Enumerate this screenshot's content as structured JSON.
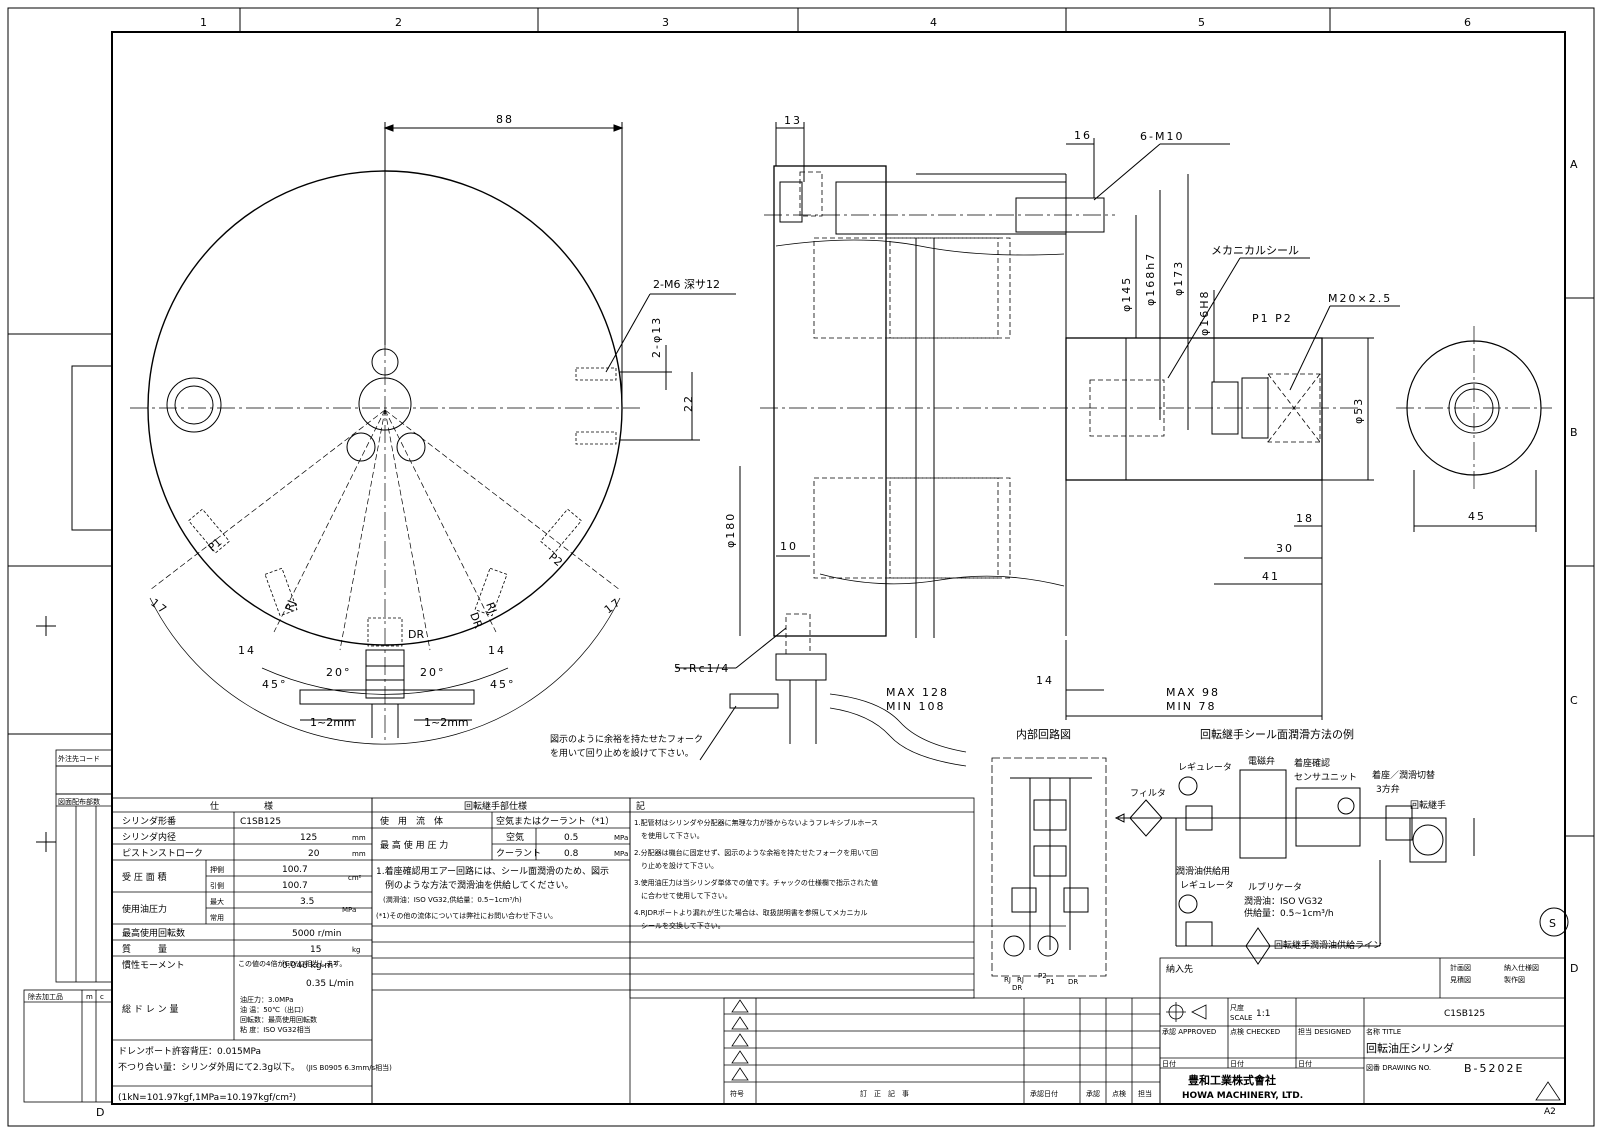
{
  "grid": {
    "cols": [
      "1",
      "2",
      "3",
      "4",
      "5",
      "6"
    ],
    "rows": [
      "A",
      "B",
      "C",
      "D"
    ]
  },
  "front_view": {
    "dim_88": "88",
    "callout_tap": "2-M6 深サ12",
    "dim_phi13": "2-φ13",
    "dim_22": "22",
    "port_P1": "P1",
    "port_P2": "P2",
    "port_RJ_left": "RJ",
    "port_RJ_right": "RJ",
    "port_DR_right": "DR",
    "port_DR": "DR",
    "dim_17_left": "17",
    "dim_17_right": "17",
    "dim_14_left": "14",
    "dim_14_right": "14",
    "ang_45_left": "45°",
    "ang_20_left": "20°",
    "ang_20_right": "20°",
    "ang_45_right": "45°",
    "gap_left": "1~2mm",
    "gap_right": "1~2mm"
  },
  "side_view": {
    "dim_13": "13",
    "dim_16": "16",
    "callout_m10": "6-M10",
    "callout_seal": "メカニカルシール",
    "dia_145": "φ145",
    "dia_168": "φ168h7",
    "dia_173": "φ173",
    "dia_16H8": "φ16H8",
    "dia_180": "φ180",
    "dia_53": "φ53",
    "port_label": "P1  P2",
    "thread": "M20×2.5",
    "dim_10": "10",
    "callout_rc": "5-Rc1/4",
    "dim_14": "14",
    "dim_18": "18",
    "dim_30": "30",
    "dim_41": "41",
    "dim_45": "45",
    "max_left": "MAX 128",
    "min_left": "MIN 108",
    "max_right": "MAX 98",
    "min_right": "MIN 78",
    "fork_note_1": "図示のように余裕を持たせたフォーク",
    "fork_note_2": "を用いて回り止めを設けて下さい。"
  },
  "circuit": {
    "title": "内部回路図",
    "ports": [
      "RJ",
      "RJ",
      "DR",
      "P2",
      "P1",
      "DR"
    ],
    "lube_title": "回転継手シール面潤滑方法の例",
    "filter": "フィルタ",
    "regulator": "レギュレータ",
    "solenoid": "電磁弁",
    "seat_sensor_1": "着座確認",
    "seat_sensor_2": "センサユニット",
    "switch_1": "着座／潤滑切替",
    "switch_2": "3方弁",
    "rotary_joint": "回転継手",
    "lube_supply_1": "潤滑油供給用",
    "lube_supply_2": "レギュレータ",
    "lubricator": "ルブリケータ",
    "lube_oil": "潤滑油：ISO VG32",
    "lube_rate": "供給量：0.5~1cm³/h",
    "line_label": "回転継手潤滑油供給ライン",
    "rev_mark": "S"
  },
  "spec": {
    "title": "仕　　　　　様",
    "model_label": "シリンダ形番",
    "model_value": "C1SB125",
    "bore_label": "シリンダ内径",
    "bore_value": "125",
    "bore_unit": "mm",
    "stroke_label": "ピストンストローク",
    "stroke_value": "20",
    "stroke_unit": "mm",
    "area_label": "受 圧 面 積",
    "push": "押側",
    "pull": "引側",
    "push_value": "100.7",
    "pull_value": "100.7",
    "area_unit": "cm²",
    "press_label": "使用油圧力",
    "max": "最大",
    "normal": "常用",
    "press_value": "3.5",
    "press_unit": "MPa",
    "speed_label": "最高使用回転数",
    "speed_value": "5000 r/min",
    "mass_label": "質　　　量",
    "mass_value": "15",
    "mass_unit": "kg",
    "inertia_label": "慣性モーメント",
    "inertia_note": "この値の4倍がGD²に相当します。",
    "inertia_value": "0.046 kg·m²",
    "drain_label": "総 ド レ ン 量",
    "drain_value": "0.35 L/min",
    "drain_cond": [
      "油圧力：3.0MPa",
      "油 温：50℃（出口）",
      "回転数：最高使用回転数",
      "粘 度：ISO VG32相当"
    ],
    "backpress": "ドレンポート許容背圧：0.015MPa",
    "unbalance": "不つり合い量：シリンダ外周にて2.3g以下。",
    "unbalance_std": "(JIS B0905 6.3mm/s相当)",
    "conversion": "(1kN=101.97kgf,1MPa=10.197kgf/cm²)"
  },
  "joint_spec": {
    "title": "回転継手部仕様",
    "fluid_label": "使　用　流　体",
    "fluid_value": "空気またはクーラント（*1）",
    "press_label": "最 高 使 用 圧 力",
    "air": "空気",
    "air_value": "0.5",
    "coolant": "クーラント",
    "coolant_value": "0.8",
    "unit": "MPa",
    "notes": [
      "1.着座確認用エアー回路には、シール面潤滑のため、図示",
      "　例のような方法で潤滑油を供給してください。",
      "　(潤滑油：ISO VG32,供給量：0.5~1cm³/h)",
      "(*1)その他の流体については弊社にお問い合わせ下さい。"
    ]
  },
  "remarks": {
    "title": "記",
    "lines": [
      "1.配管材はシリンダや分配器に無理な力が掛からないようフレキシブルホース",
      "　を使用して下さい。",
      "2.分配器は機台に固定せず、図示のような余裕を持たせたフォークを用いて回",
      "　り止めを設けて下さい。",
      "3.使用油圧力は当シリンダ単体での値です。チャックの仕様欄で指示された値",
      "　に合わせて使用して下さい。",
      "4.RJDRポートより漏れが生じた場合は、取扱説明書を参照してメカニカル",
      "　シールを交換して下さい。"
    ]
  },
  "revision": {
    "headers": [
      "符号",
      "訂　正　記　事",
      "承認日付",
      "承認",
      "点検",
      "担当"
    ]
  },
  "title_block": {
    "delivery": "納入先",
    "checks": [
      "計画図",
      "納入仕様図",
      "見積図",
      "製作図"
    ],
    "scale_label": "尺度",
    "scale_en": "SCALE",
    "scale": "1:1",
    "approved": "承認 APPROVED",
    "checked": "点検 CHECKED",
    "designed": "担当 DESIGNED",
    "title_label": "名称 TITLE",
    "date": "日付",
    "part_no": "C1SB125",
    "title": "回転油圧シリンダ",
    "drawing_label": "図番 DRAWING NO.",
    "drawing_no": "B-5202E",
    "company_jp": "豊和工業株式會社",
    "company_en": "HOWA MACHINERY, LTD.",
    "sheet_size": "A2"
  },
  "left_margin": {
    "code_label": "外注先コード",
    "distribution": "図面配布部数",
    "tolerance": "除去加工品",
    "tolerance_cols": [
      "m",
      "c"
    ]
  }
}
